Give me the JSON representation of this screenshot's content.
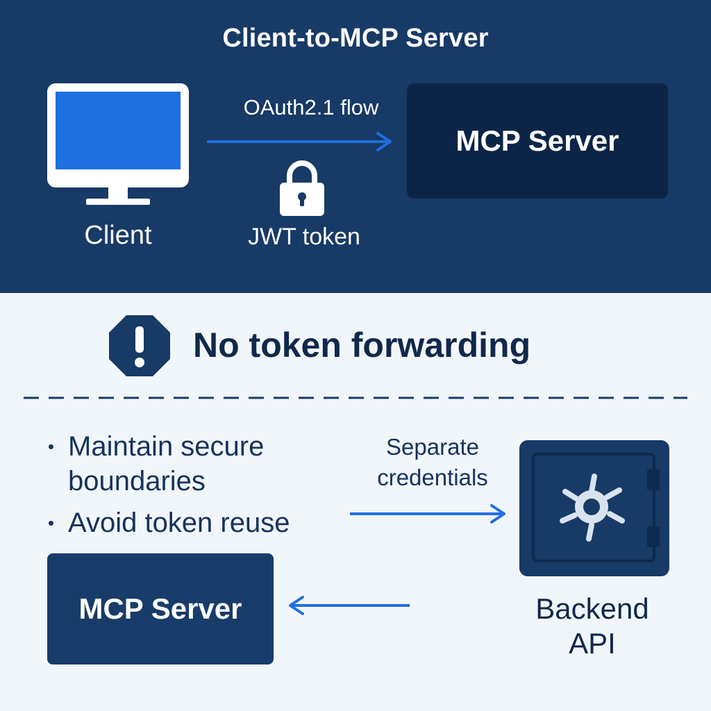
{
  "header": {
    "title": "Client-to-MCP Server",
    "client_label": "Client",
    "flow_label": "OAuth2.1 flow",
    "token_label": "JWT token",
    "server_label": "MCP Server"
  },
  "warning": {
    "text": "No token forwarding"
  },
  "bullets": [
    "Maintain secure boundaries",
    "Avoid token reuse"
  ],
  "backend": {
    "credentials_label": "Separate credentials",
    "server_label": "MCP Server",
    "api_label": "Backend API"
  },
  "colors": {
    "header_bg": "#173a66",
    "server_box_dark": "#0c2547",
    "accent_blue": "#1f6fe0",
    "body_bg": "#f1f6fb",
    "text_dark": "#10284b"
  },
  "icons": {
    "client": "monitor-icon",
    "token": "lock-icon",
    "warning": "warning-octagon-icon",
    "backend": "safe-vault-icon"
  }
}
